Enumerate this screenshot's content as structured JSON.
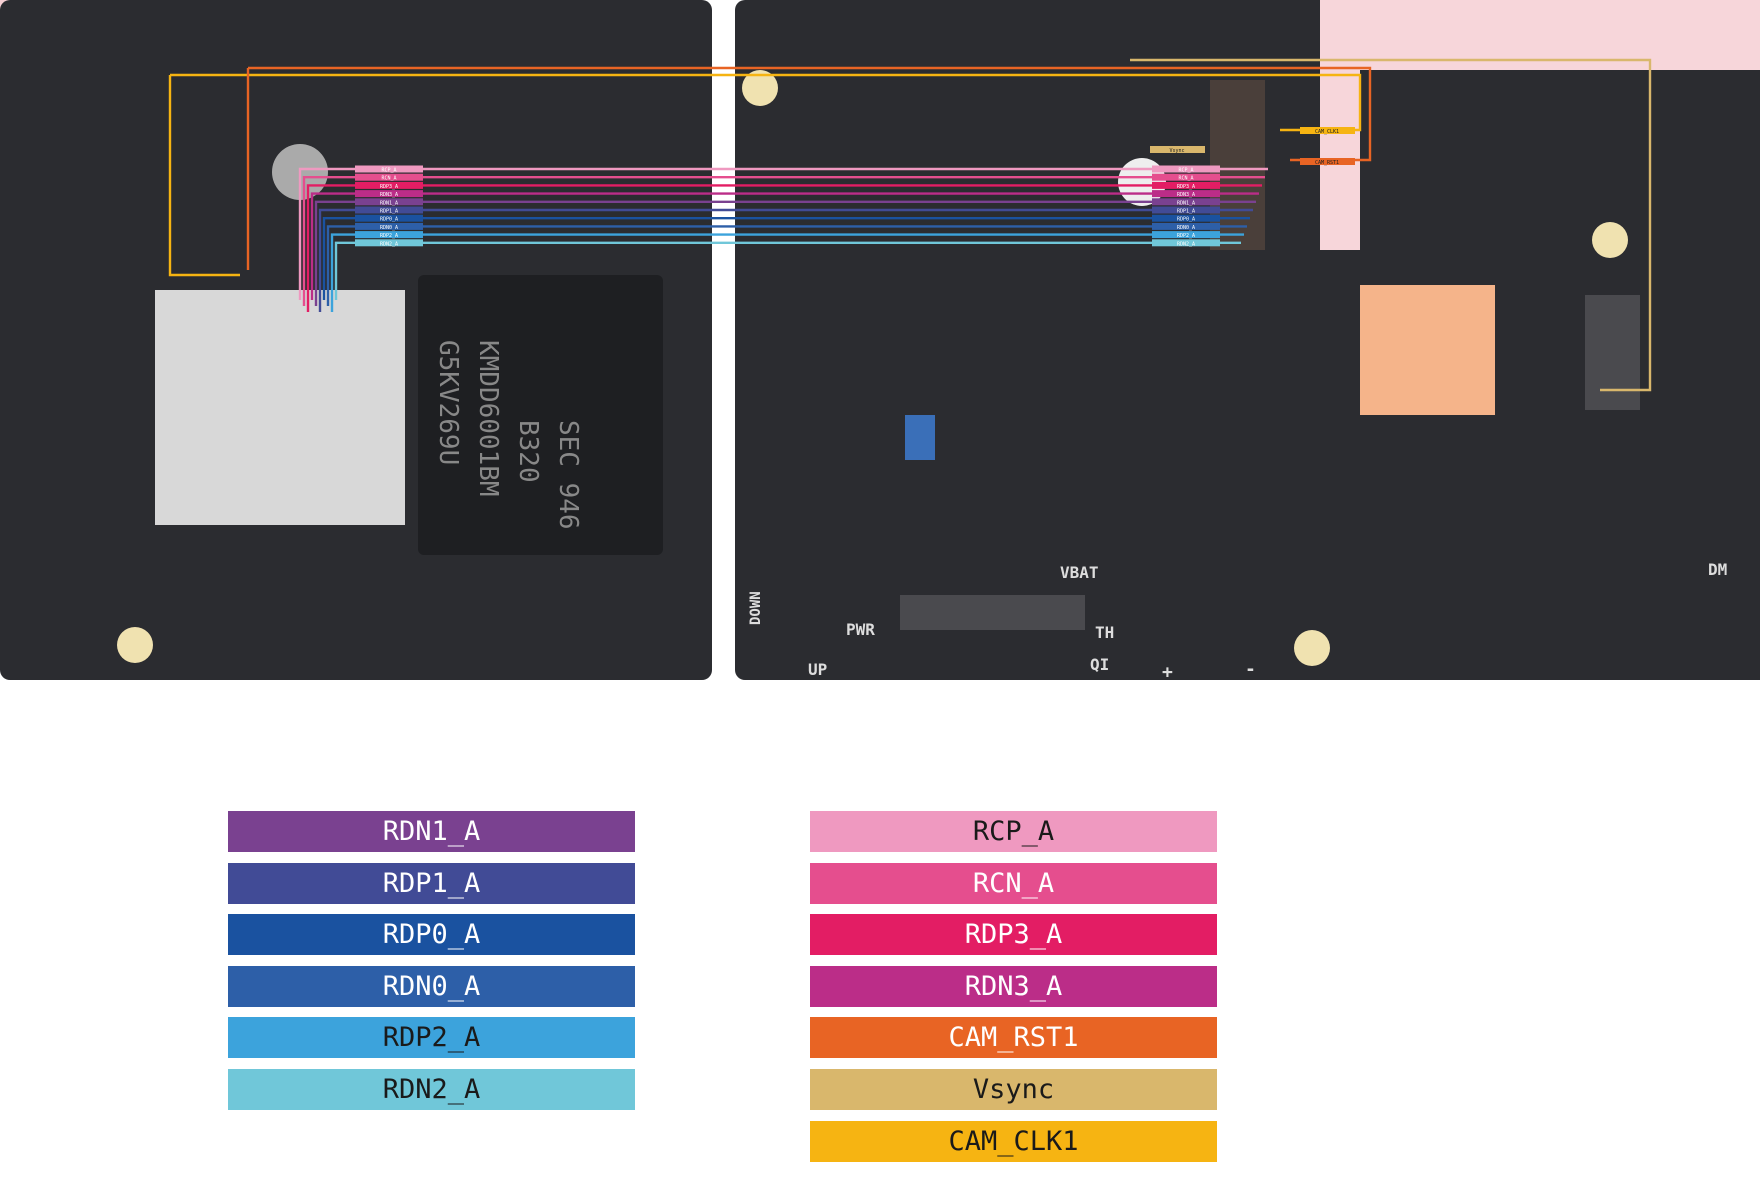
{
  "board_silkscreen": [
    "VBAT",
    "PWR",
    "DOWN",
    "UP",
    "TH",
    "QI",
    "+",
    "-",
    "DM",
    "SEC 946",
    "B320",
    "KMDD6001BM",
    "G5KV269U"
  ],
  "legend_left": [
    {
      "label": "RDN1_A",
      "color": "#7a4190",
      "text_color": "#ffffff"
    },
    {
      "label": "RDP1_A",
      "color": "#414b96",
      "text_color": "#ffffff"
    },
    {
      "label": "RDP0_A",
      "color": "#1a52a0",
      "text_color": "#ffffff"
    },
    {
      "label": "RDN0_A",
      "color": "#2d5fa8",
      "text_color": "#ffffff"
    },
    {
      "label": "RDP2_A",
      "color": "#3ca3dc",
      "text_color": "#1a1a1a"
    },
    {
      "label": "RDN2_A",
      "color": "#70c7d9",
      "text_color": "#1a1a1a"
    }
  ],
  "legend_right": [
    {
      "label": "RCP_A",
      "color": "#ef99c0",
      "text_color": "#1a1a1a"
    },
    {
      "label": "RCN_A",
      "color": "#e54e8e",
      "text_color": "#ffffff"
    },
    {
      "label": "RDP3_A",
      "color": "#e31d64",
      "text_color": "#ffffff"
    },
    {
      "label": "RDN3_A",
      "color": "#bb2d88",
      "text_color": "#ffffff"
    },
    {
      "label": "CAM_RST1",
      "color": "#e86424",
      "text_color": "#ffffff"
    },
    {
      "label": "Vsync",
      "color": "#d9b76c",
      "text_color": "#1a1a1a"
    },
    {
      "label": "CAM_CLK1",
      "color": "#f6b412",
      "text_color": "#1a1a1a"
    }
  ],
  "trace_order": [
    "RCP_A",
    "RCN_A",
    "RDP3_A",
    "RDN3_A",
    "RDN1_A",
    "RDP1_A",
    "RDP0_A",
    "RDN0_A",
    "RDP2_A",
    "RDN2_A"
  ],
  "connector_labels": [
    "Vsync",
    "CAM_CLK1",
    "CAM_RST1"
  ]
}
